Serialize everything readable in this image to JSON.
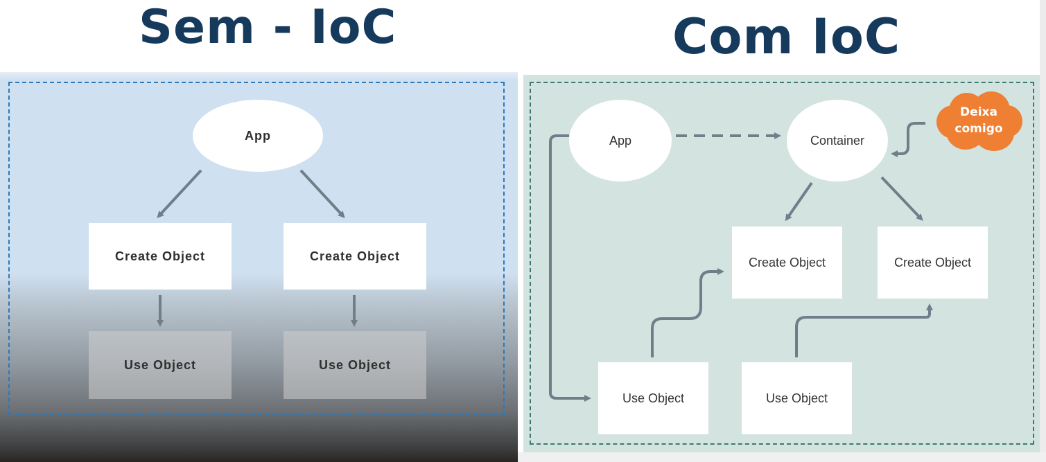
{
  "titles": {
    "left": "Sem - IoC",
    "right": "Com IoC"
  },
  "left_diagram": {
    "app": "App",
    "create_1": "Create Object",
    "create_2": "Create Object",
    "use_1": "Use Object",
    "use_2": "Use Object"
  },
  "right_diagram": {
    "app": "App",
    "container": "Container",
    "create_1": "Create Object",
    "create_2": "Create Object",
    "use_1": "Use Object",
    "use_2": "Use Object",
    "cloud_line1": "Deixa",
    "cloud_line2": "comigo"
  },
  "colors": {
    "title": "#163a5c",
    "left_background": "#cfe0f0",
    "right_background": "#d3e3e0",
    "arrow": "#6f7f8a",
    "cloud": "#ee7f33"
  }
}
